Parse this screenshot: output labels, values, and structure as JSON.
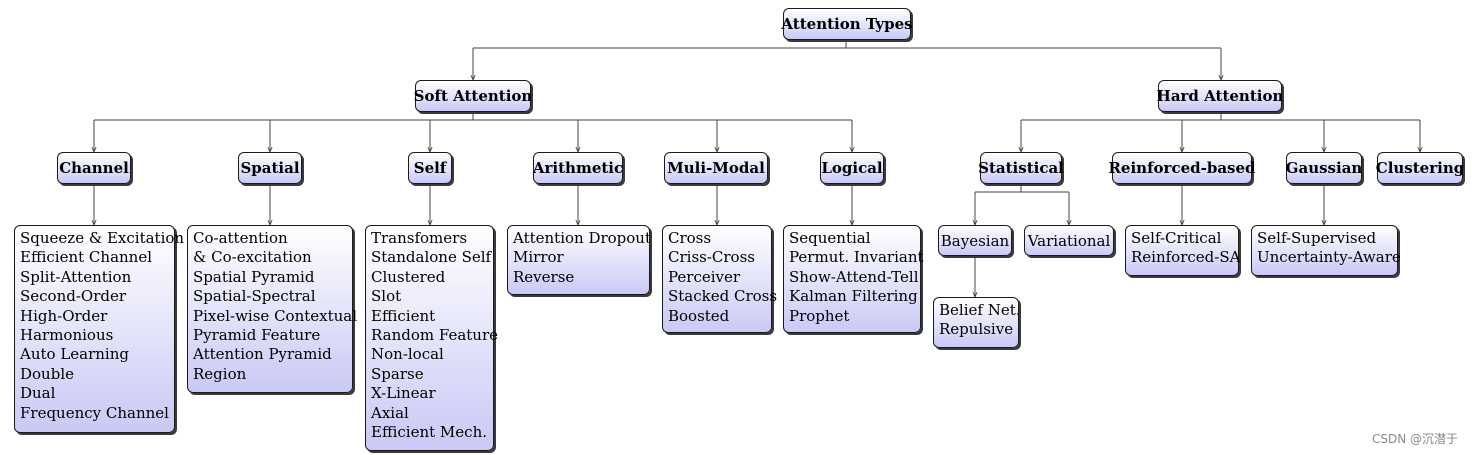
{
  "root": "Attention Types",
  "soft": {
    "label": "Soft Attention",
    "groups": [
      {
        "label": "Channel",
        "items": [
          "Squeeze & Excitation",
          "Efficient Channel",
          "Split-Attention",
          "Second-Order",
          "High-Order",
          "Harmonious",
          "Auto Learning",
          "Double",
          "Dual",
          "Frequency Channel"
        ]
      },
      {
        "label": "Spatial",
        "items": [
          "Co-attention",
          "& Co-excitation",
          "Spatial Pyramid",
          "Spatial-Spectral",
          "Pixel-wise Contextual",
          "Pyramid Feature",
          "Attention Pyramid",
          "Region"
        ]
      },
      {
        "label": "Self",
        "items": [
          "Transfomers",
          "Standalone Self",
          "Clustered",
          "Slot",
          "Efficient",
          "Random Feature",
          "Non-local",
          "Sparse",
          "X-Linear",
          "Axial",
          "Efficient Mech."
        ]
      },
      {
        "label": "Arithmetic",
        "items": [
          "Attention Dropout",
          "Mirror",
          "Reverse"
        ]
      },
      {
        "label": "Muli-Modal",
        "items": [
          "Cross",
          "Criss-Cross",
          "Perceiver",
          "Stacked Cross",
          "Boosted"
        ]
      },
      {
        "label": "Logical",
        "items": [
          "Sequential",
          "Permut. Invariant",
          "Show-Attend-Tell",
          "Kalman Filtering",
          "Prophet"
        ]
      }
    ]
  },
  "hard": {
    "label": "Hard Attention",
    "statistical": {
      "label": "Statistical",
      "bayesian": {
        "label": "Bayesian",
        "items": [
          "Belief Net.",
          "Repulsive"
        ]
      },
      "variational": "Variational"
    },
    "reinforced": {
      "label": "Reinforced-based",
      "items": [
        "Self-Critical",
        "Reinforced-SA"
      ]
    },
    "gaussian": {
      "label": "Gaussian",
      "items": [
        "Self-Supervised",
        "Uncertainty-Aware"
      ]
    },
    "clustering": "Clustering"
  },
  "watermark": "CSDN @沉潜于"
}
